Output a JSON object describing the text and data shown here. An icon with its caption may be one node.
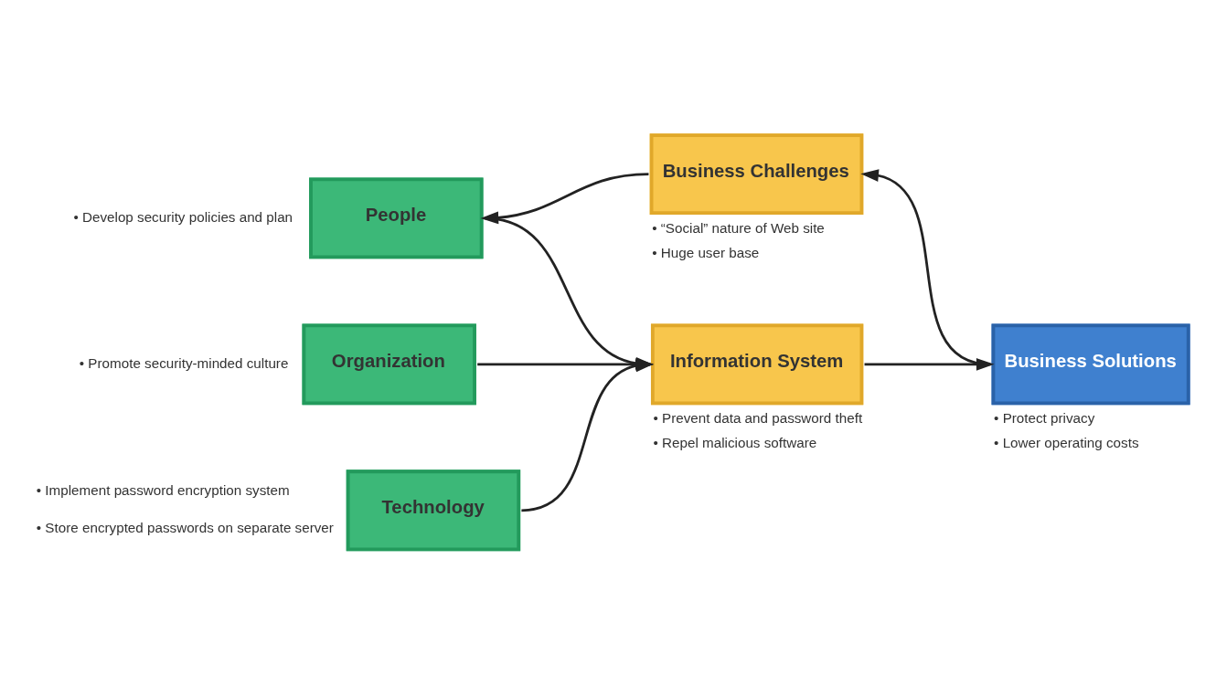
{
  "diagram": {
    "nodes": [
      {
        "text": [
          "Business Challenges"
        ],
        "beside": [
          "• “Social” nature of Web site",
          "• Huge user base"
        ]
      },
      {
        "text": [
          "People"
        ],
        "beside": [
          "• Develop security policies and plan"
        ]
      },
      {
        "text": [
          "Organization"
        ],
        "beside": [
          "• Promote security-minded culture"
        ]
      },
      {
        "text": [
          "Technology"
        ],
        "beside": [
          "• Implement password encryption system",
          "• Store encrypted passwords on separate server"
        ]
      },
      {
        "text": [
          "Information System"
        ],
        "beside": [
          "• Prevent data and password theft",
          "• Repel malicious software"
        ]
      },
      {
        "text": [
          "Business Solutions"
        ],
        "beside": [
          "• Protect privacy",
          "• Lower operating costs"
        ]
      }
    ],
    "edges": [
      {
        "from": 0,
        "to": 1,
        "arrow": "to"
      },
      {
        "from": 1,
        "to": 4,
        "arrow": "to"
      },
      {
        "from": 2,
        "to": 4,
        "arrow": "to"
      },
      {
        "from": 3,
        "to": 4,
        "arrow": "to"
      },
      {
        "from": 4,
        "to": 5,
        "arrow": "to"
      },
      {
        "from": 5,
        "to": 0,
        "arrow": "to"
      }
    ]
  }
}
